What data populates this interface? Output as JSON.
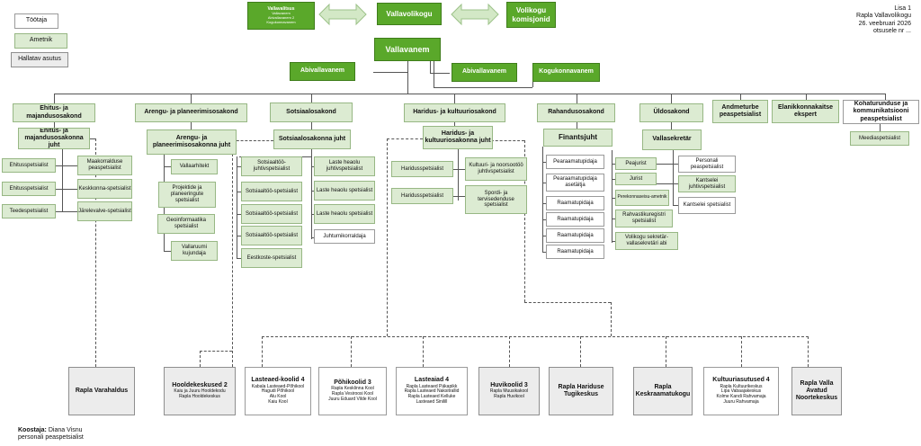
{
  "legend": {
    "tootaja": "Töötaja",
    "ametnik": "Ametnik",
    "hallatav": "Hallatav asutus"
  },
  "meta": {
    "line1": "Lisa 1",
    "line2": "Rapla Vallavolikogu",
    "line3": "26. veebruari 2026",
    "line4": "otsusele nr ..."
  },
  "top": {
    "vallavalitsus_title": "Vallavalitsus",
    "vallavalitsus_lines": [
      "Vallavanem",
      "Abivallavanem 2",
      "Kogukonnavanem"
    ],
    "vallavolikogu": "Vallavolikogu",
    "komisjonid": "Volikogu komisjonid"
  },
  "vallavanem": "Vallavanem",
  "abi1": "Abivallavanem",
  "abi2": "Abivallavanem",
  "kogukonnavanem": "Kogukonnavanem",
  "depts": {
    "ehitus": "Ehitus- ja majandusosakond",
    "arengu": "Arengu- ja planeerimisosakond",
    "sotsiaal": "Sotsiaalosakond",
    "haridus": "Haridus- ja kultuuriosakond",
    "rahandus": "Rahandusosakond",
    "yld": "Üldosakond",
    "andme": "Andmeturbe peaspetsialist",
    "elanik": "Elanikkonnakaitse ekspert",
    "kohatur": "Kohaturunduse ja kommunikatsiooni peaspetsialist"
  },
  "heads": {
    "ehitus": "Ehitus- ja majandusosakonna juht",
    "arengu": "Arengu- ja planeerimisosakonna juht",
    "sotsiaal": "Sotsiaalosakonna juht",
    "haridus": "Haridus- ja kultuuriosakonna juht",
    "rahandus": "Finantsjuht",
    "yld": "Vallasekretär",
    "kohatur": "Meediaspetsialist"
  },
  "ehitus_staff": {
    "a": "Ehitusspetsialist",
    "b": "Ehitusspetsialist",
    "c": "Teedespetsialist",
    "d": "Maakorralduse peaspetsialist",
    "e": "Keskkonna-spetsialist",
    "f": "Järelevalve-spetsialist"
  },
  "arengu_staff": {
    "a": "Vallaarhitekt",
    "b": "Projektide ja planeeringute spetsialist",
    "c": "Geoinformaatika spetsialist",
    "d": "Vallaruumi kujundaja"
  },
  "sotsiaal_staff": {
    "a": "Sotsiaaltöö-juhtivspetsialist",
    "b": "Sotsiaaltöö-spetsialist",
    "c": "Sotsiaaltöö-spetsialist",
    "d": "Sotsiaaltöö-spetsialist",
    "e": "Eestkoste-spetsialist",
    "f": "Laste heaolu juhtivspetsialist",
    "g": "Laste heaolu spetsialist",
    "h": "Laste heaolu spetsialist",
    "i": "Juhtumikorraldaja"
  },
  "haridus_staff": {
    "a": "Haridusspetsialist",
    "b": "Haridusspetsialist",
    "c": "Kultuuri- ja noorsootöö juhtivspetsialist",
    "d": "Spordi- ja tervisedenduse spetsialist"
  },
  "rahandus_staff": [
    "Pearaamatupidaja",
    "Pearaamatupidaja asetäitja",
    "Raamatupidaja",
    "Raamatupidaja",
    "Raamatupidaja",
    "Raamatupidaja"
  ],
  "yld_staff": {
    "a": "Peajurist",
    "b": "Jurist",
    "c": "Perekonnaseisu-ametnik",
    "d": "Rahvastikuregistri spetsialist",
    "e": "Volikogu sekretär-vallasekretäri abi",
    "f": "Personali peaspetsialist",
    "g": "Kantselei juhtivspetsialist",
    "h": "Kantselei spetsialist"
  },
  "institutions": [
    {
      "title": "Rapla Varahaldus",
      "lines": []
    },
    {
      "title": "Hooldekeskused 2",
      "lines": [
        "Kaiu ja Juuru Hooldekodu",
        "Rapla Hooldekeskus"
      ]
    },
    {
      "title": "Lasteaed-koolid 4",
      "lines": [
        "Kabala Lasteaed-Põhikool",
        "Hagudi Põhikool",
        "Alu Kool",
        "Kaiu Kool"
      ]
    },
    {
      "title": "Põhikoolid 3",
      "lines": [
        "Rapla Kesklinna Kool",
        "Rapla Vesiroosi Kool",
        "Juuru Eduard Vilde Kool"
      ]
    },
    {
      "title": "Lasteaiad 4",
      "lines": [
        "Rapla Lasteaed Päkapikk",
        "Rapla Lasteaed Naksitrallid",
        "Rapla Lasteaed Kelluke",
        "Lasteaed Sinilill"
      ]
    },
    {
      "title": "Huvikoolid 3",
      "lines": [
        "Rapla Muusikakool",
        "Rapla Huvikool"
      ]
    },
    {
      "title": "Rapla Hariduse Tugikeskus",
      "lines": []
    },
    {
      "title": "Rapla Keskraamatukogu",
      "lines": []
    },
    {
      "title": "Kultuuriasutused 4",
      "lines": [
        "Rapla Kultuurikeskus",
        "Lipa Vabaajakeskus",
        "Kolme Kandi Rahvamaja",
        "Juuru Rahvamaja"
      ]
    },
    {
      "title": "Rapla Valla Avatud Noortekeskus",
      "lines": []
    }
  ],
  "footer": {
    "label": "Koostaja:",
    "name": "Diana Visnu",
    "role": "personali peaspetsialist"
  },
  "colors": {
    "dark_green": "#5aa82a",
    "light_green": "#dcebd2",
    "gray": "#ececec"
  }
}
